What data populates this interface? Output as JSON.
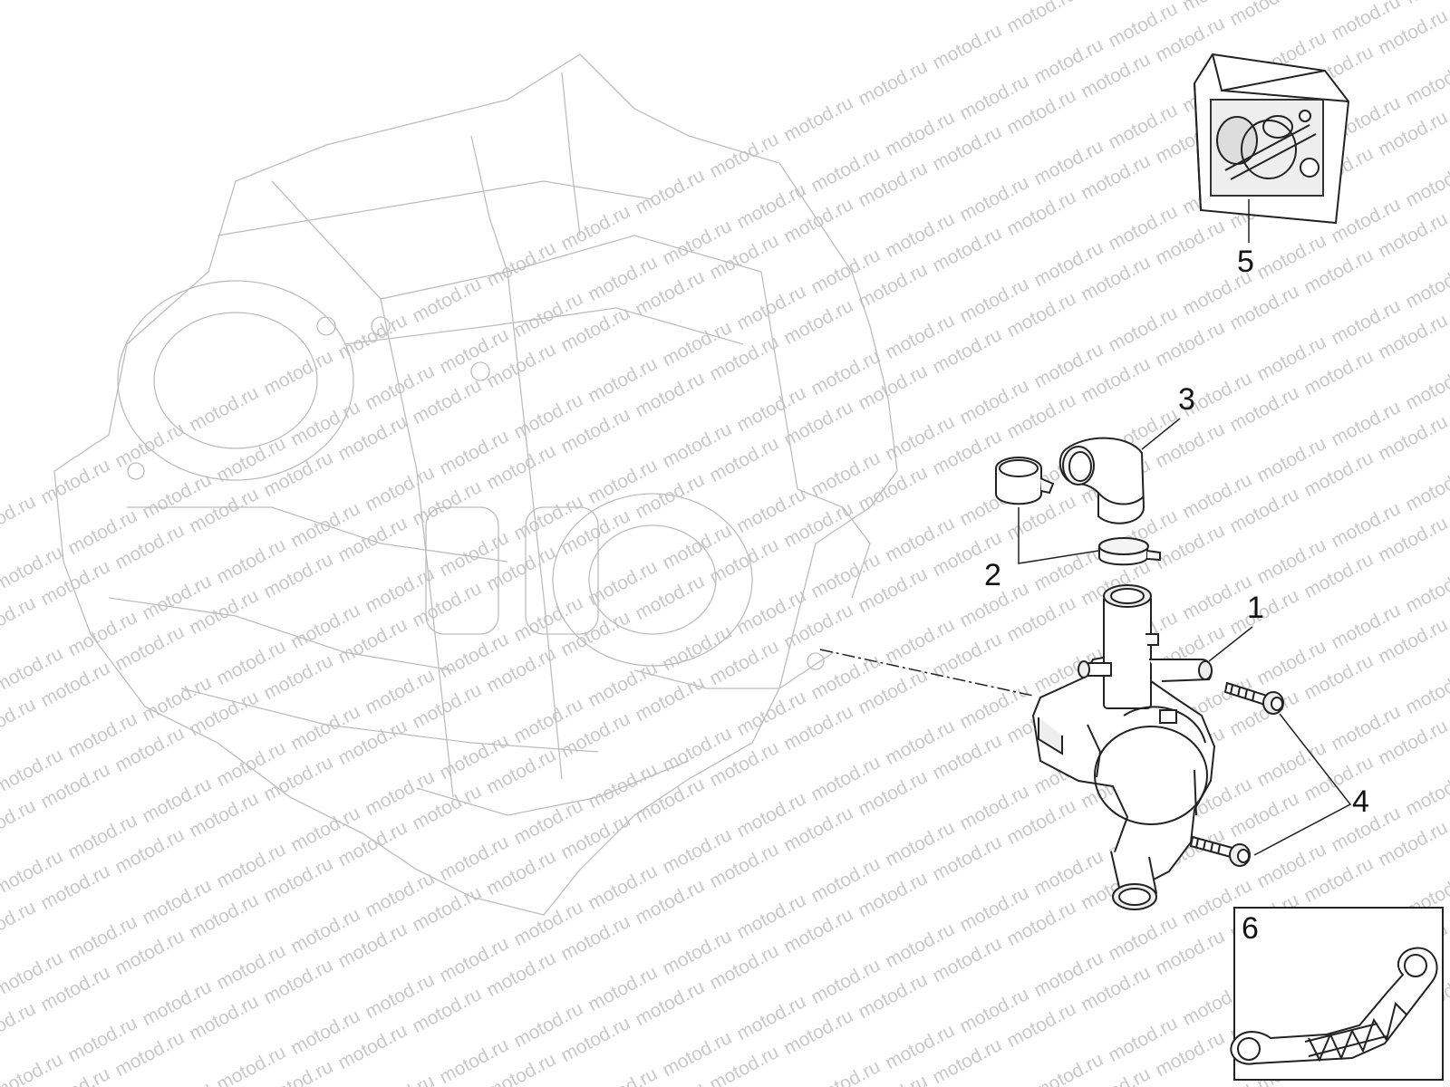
{
  "watermark": {
    "text": "motod.ru"
  },
  "callouts": [
    {
      "id": "1",
      "label": "1"
    },
    {
      "id": "2",
      "label": "2"
    },
    {
      "id": "3",
      "label": "3"
    },
    {
      "id": "4",
      "label": "4"
    },
    {
      "id": "5",
      "label": "5"
    },
    {
      "id": "6",
      "label": "6"
    }
  ],
  "colors": {
    "line": "#222222",
    "engine_line": "#bdbdbd",
    "watermark": "#c9c9c9"
  }
}
